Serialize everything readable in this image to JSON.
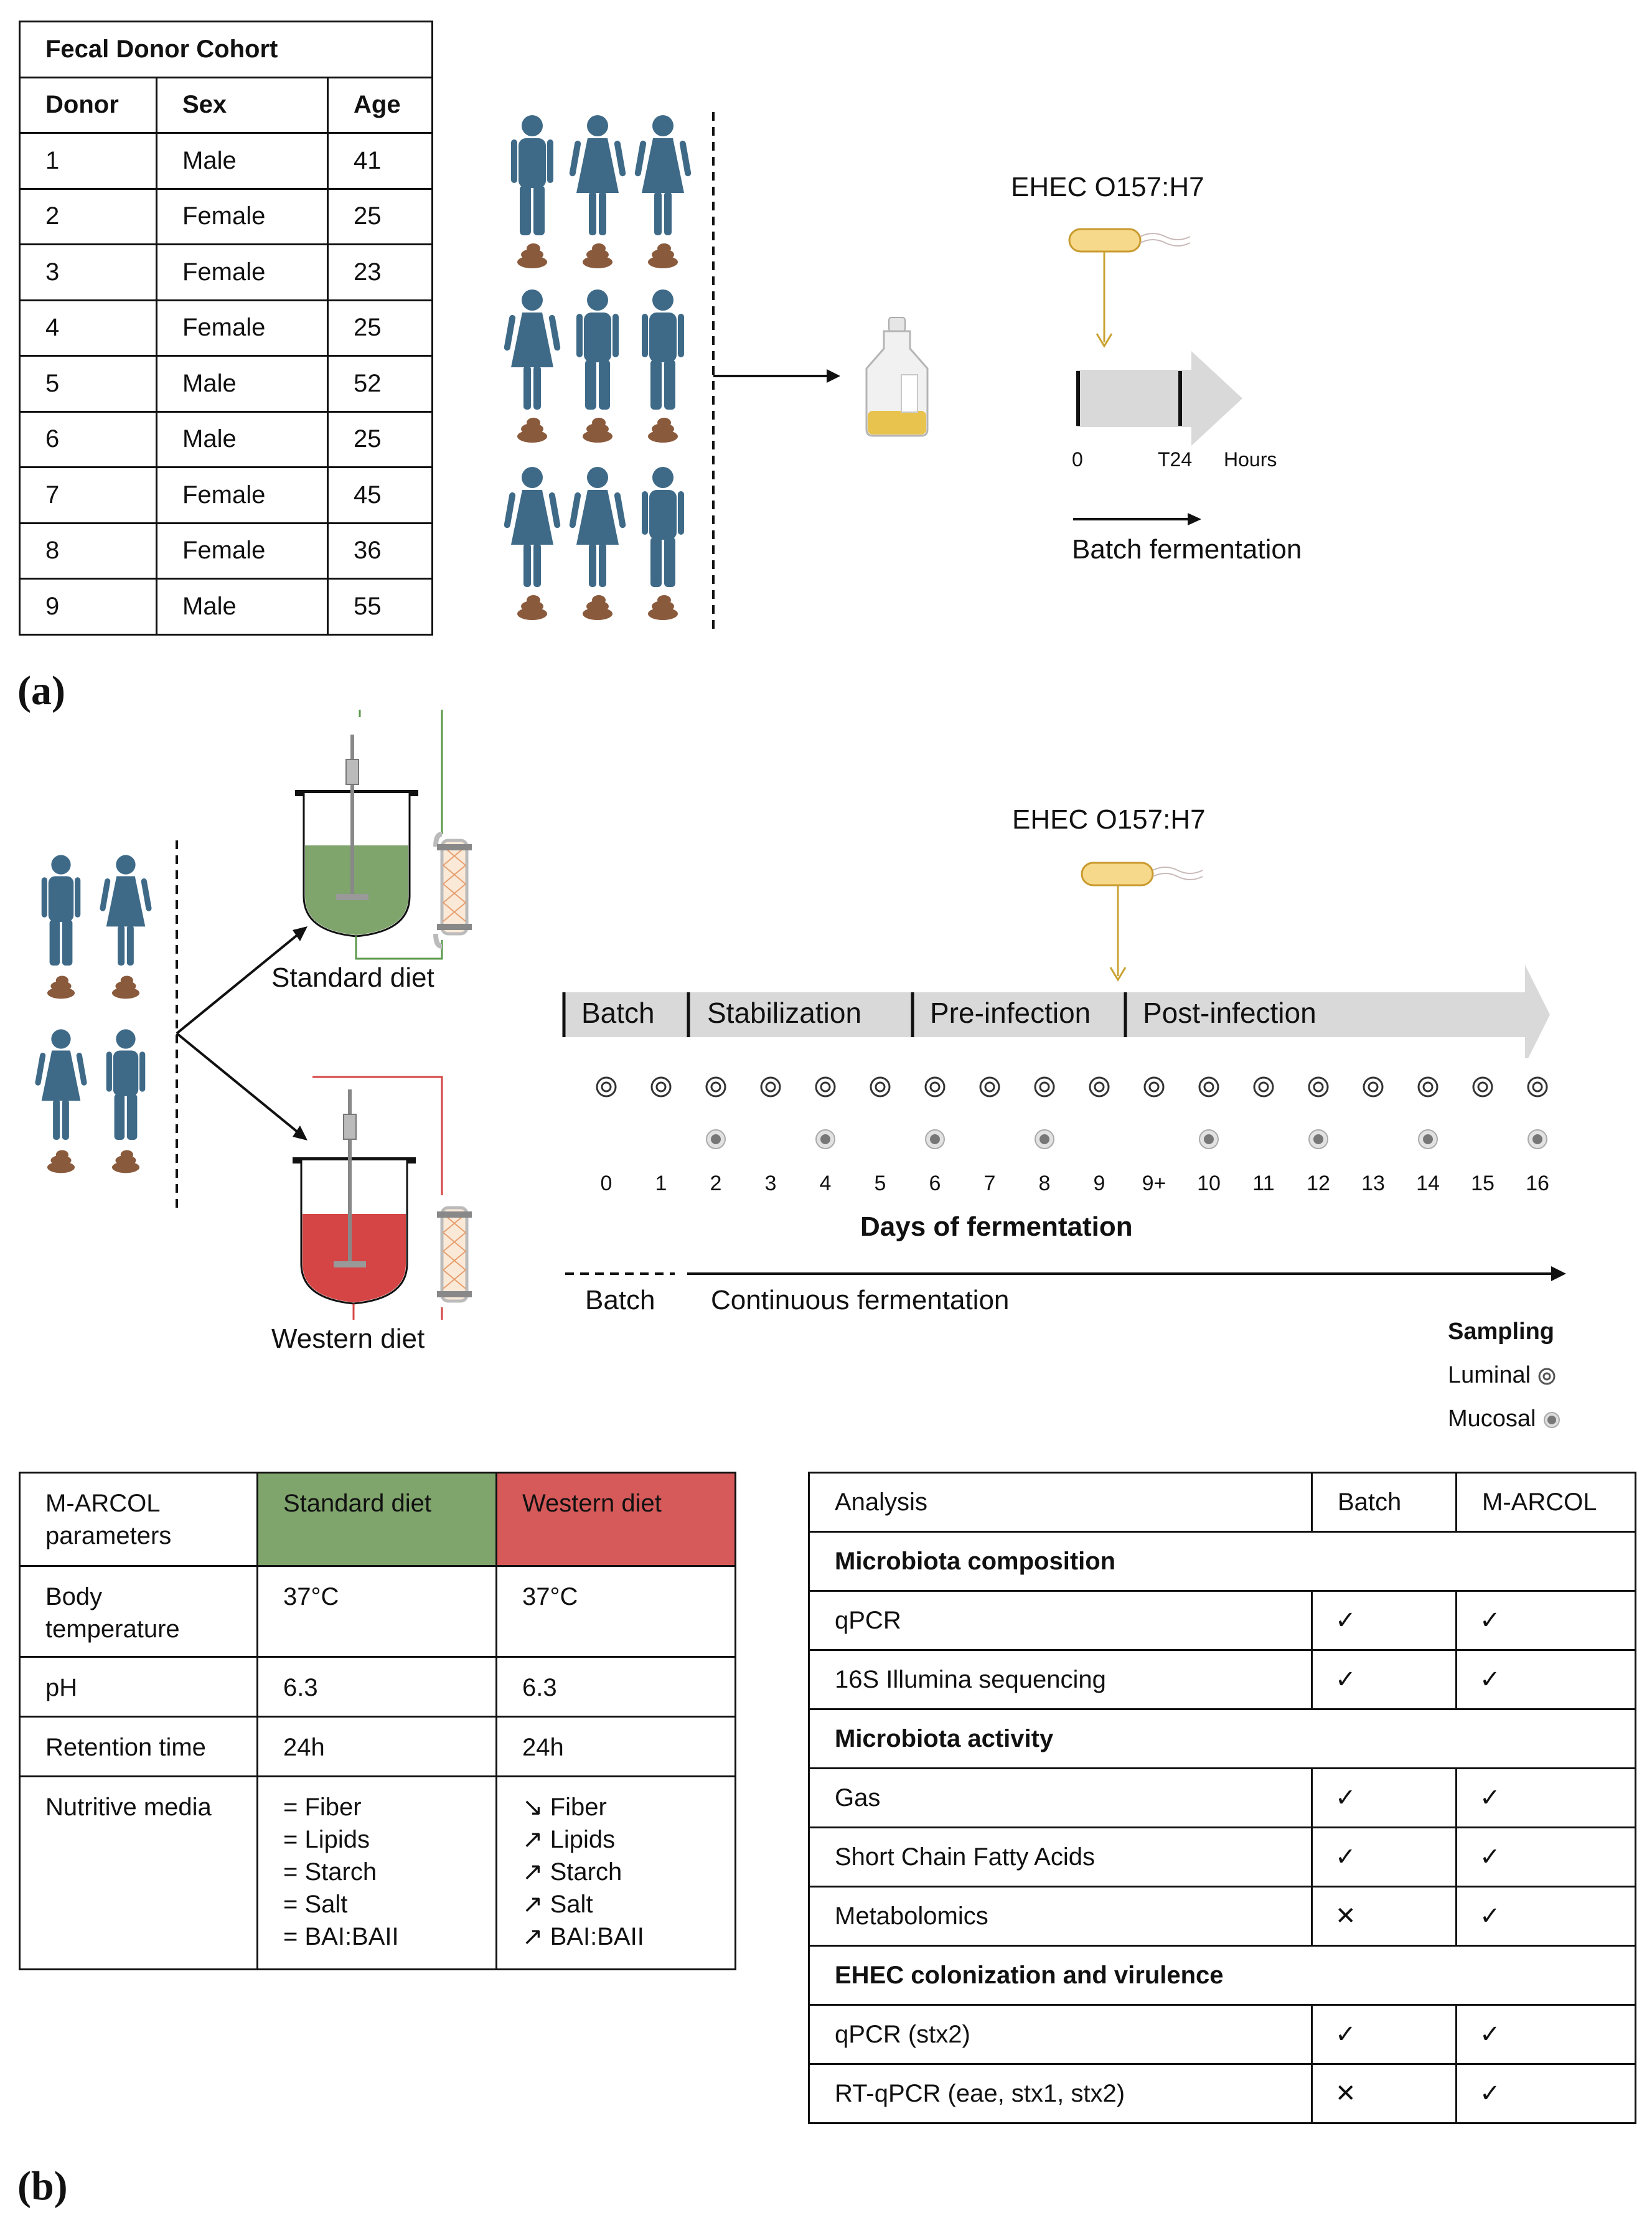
{
  "panel_labels": {
    "a": "(a)",
    "b": "(b)"
  },
  "donor_table": {
    "caption": "Fecal Donor Cohort",
    "headers": [
      "Donor",
      "Sex",
      "Age"
    ],
    "rows": [
      [
        "1",
        "Male",
        "41"
      ],
      [
        "2",
        "Female",
        "25"
      ],
      [
        "3",
        "Female",
        "23"
      ],
      [
        "4",
        "Female",
        "25"
      ],
      [
        "5",
        "Male",
        "52"
      ],
      [
        "6",
        "Male",
        "25"
      ],
      [
        "7",
        "Female",
        "45"
      ],
      [
        "8",
        "Female",
        "36"
      ],
      [
        "9",
        "Male",
        "55"
      ]
    ]
  },
  "batch_panel": {
    "strain": "EHEC O157:H7",
    "tick_start": "0",
    "tick_end": "T24",
    "unit": "Hours",
    "legend": "Batch fermentation"
  },
  "diet_panel": {
    "standard": "Standard diet",
    "western": "Western diet",
    "standard_color": "#7fa46c",
    "western_color": "#d64545"
  },
  "timeline": {
    "strain": "EHEC O157:H7",
    "segments": [
      "Batch",
      "Stabilization",
      "Pre-infection",
      "Post-infection"
    ],
    "days": [
      "0",
      "1",
      "2",
      "3",
      "4",
      "5",
      "6",
      "7",
      "8",
      "9",
      "9+",
      "10",
      "11",
      "12",
      "13",
      "14",
      "15",
      "16"
    ],
    "mucosal_days": [
      "2",
      "4",
      "6",
      "8",
      "10",
      "12",
      "14",
      "16"
    ],
    "axis_title": "Days of fermentation",
    "batch_label": "Batch",
    "continuous_label": "Continuous fermentation",
    "sampling_title": "Sampling",
    "luminal_label": "Luminal",
    "mucosal_label": "Mucosal"
  },
  "params_table": {
    "headers": [
      "M-ARCOL\nparameters",
      "Standard diet",
      "Western diet"
    ],
    "rows": [
      [
        "Body\ntemperature",
        "37°C",
        "37°C"
      ],
      [
        "pH",
        "6.3",
        "6.3"
      ],
      [
        "Retention time",
        "24h",
        "24h"
      ],
      [
        "Nutritive media",
        "= Fiber\n= Lipids\n= Starch\n=  Salt\n=  BAI:BAII",
        "↘ Fiber\n↗ Lipids\n↗ Starch\n↗ Salt\n↗ BAI:BAII"
      ]
    ],
    "standard_header_color": "#7fa46c",
    "western_header_color": "#d65a5a"
  },
  "analysis_table": {
    "headers": [
      "Analysis",
      "Batch",
      "M-ARCOL"
    ],
    "sections": [
      {
        "title": "Microbiota composition",
        "rows": [
          [
            "qPCR",
            "✓",
            "✓"
          ],
          [
            "16S Illumina sequencing",
            "✓",
            "✓"
          ]
        ]
      },
      {
        "title": "Microbiota activity",
        "rows": [
          [
            "Gas",
            "✓",
            "✓"
          ],
          [
            "Short Chain Fatty Acids",
            "✓",
            "✓"
          ],
          [
            "Metabolomics",
            "✕",
            "✓"
          ]
        ]
      },
      {
        "title": "EHEC colonization and virulence",
        "rows": [
          [
            "qPCR (stx2)",
            "✓",
            "✓"
          ],
          [
            "RT-qPCR (eae, stx1, stx2)",
            "✕",
            "✓"
          ]
        ]
      }
    ]
  }
}
